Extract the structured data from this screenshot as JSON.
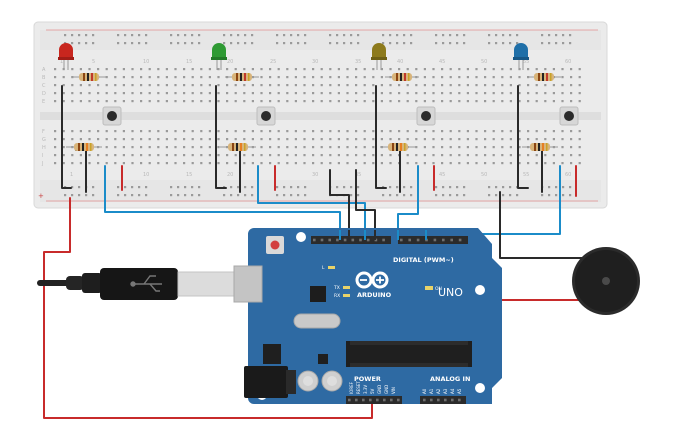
{
  "breadboard": {
    "column_numbers": [
      "1",
      "5",
      "10",
      "15",
      "20",
      "25",
      "30",
      "35",
      "40",
      "45",
      "50",
      "55",
      "60"
    ],
    "row_letters_top": [
      "A",
      "B",
      "C",
      "D",
      "E"
    ],
    "row_letters_bottom": [
      "F",
      "G",
      "H",
      "I",
      "J"
    ]
  },
  "leds": [
    {
      "name": "red-led",
      "color": "#c8261e"
    },
    {
      "name": "green-led",
      "color": "#2e9a33"
    },
    {
      "name": "yellow-led",
      "color": "#8d7a1c"
    },
    {
      "name": "blue-led",
      "color": "#1f6fa8"
    }
  ],
  "arduino": {
    "logo_text": "ARDUINO",
    "uno_text": "UNO",
    "digital_label": "DIGITAL (PWM~)",
    "power_label": "POWER",
    "analog_label": "ANALOG IN",
    "led_tx": "TX",
    "led_rx": "RX",
    "led_on": "ON",
    "led_l": "L",
    "power_pins": [
      "IOREF",
      "RESET",
      "3.3V",
      "5V",
      "GND",
      "GND",
      "VIN"
    ],
    "analog_pins": [
      "A0",
      "A1",
      "A2",
      "A3",
      "A4",
      "A5"
    ]
  },
  "wire_colors": {
    "blue": "#1b8cc9",
    "black": "#2a2a2a",
    "red": "#c82b2b"
  }
}
